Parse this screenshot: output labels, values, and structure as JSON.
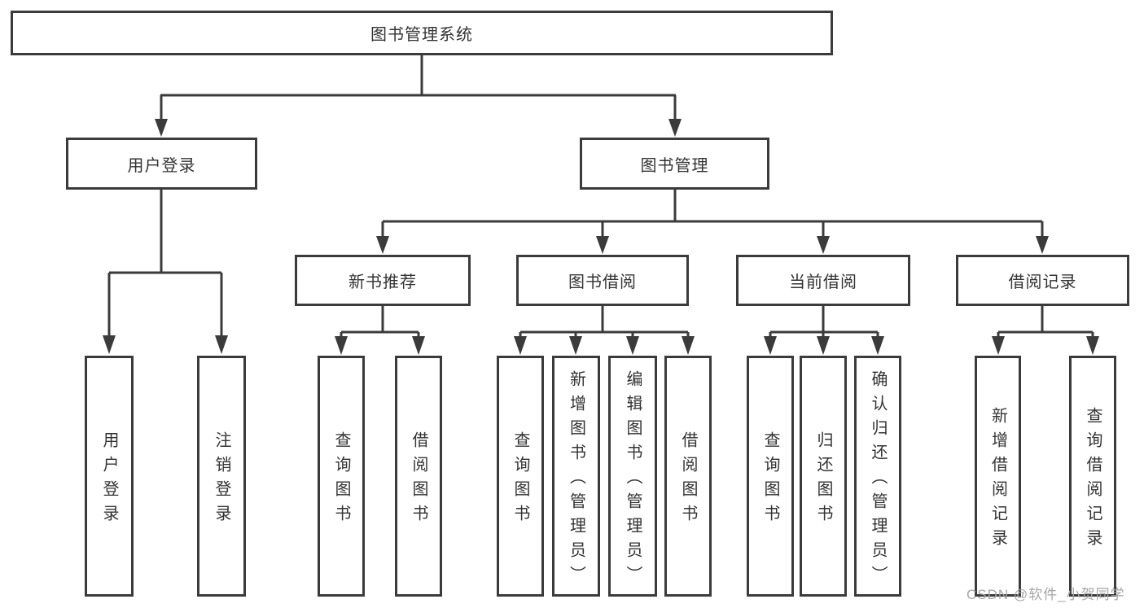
{
  "diagram": {
    "root": "图书管理系统",
    "user": {
      "label": "用户登录",
      "children": [
        "用户登录",
        "注销登录"
      ]
    },
    "mgmt": {
      "label": "图书管理",
      "groups": [
        {
          "label": "新书推荐",
          "children": [
            "查询图书",
            "借阅图书"
          ]
        },
        {
          "label": "图书借阅",
          "children": [
            "查询图书",
            "新增图书（管理员）",
            "编辑图书（管理员）",
            "借阅图书"
          ]
        },
        {
          "label": "当前借阅",
          "children": [
            "查询图书",
            "归还图书",
            "确认归还（管理员）"
          ]
        },
        {
          "label": "借阅记录",
          "children": [
            "新增借阅记录",
            "查询借阅记录"
          ]
        }
      ]
    }
  },
  "watermark": "CSDN @软件_小贺同学",
  "colors": {
    "line": "#3b3b3b",
    "text": "#333333",
    "watermark": "#a6a6a6",
    "background": "#ffffff"
  }
}
